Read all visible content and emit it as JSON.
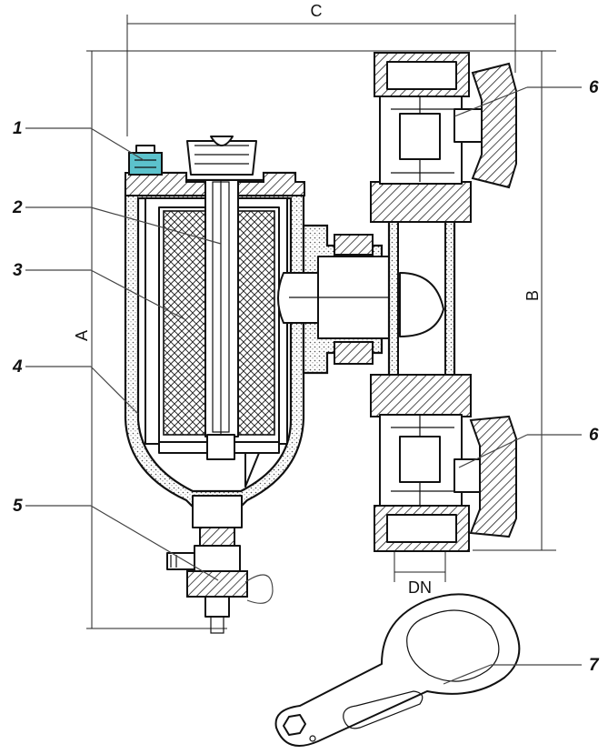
{
  "dimensions": {
    "width_label": "C",
    "height_label_left": "A",
    "height_label_right": "B",
    "connection_label": "DN"
  },
  "callouts": [
    "1",
    "2",
    "3",
    "4",
    "5",
    "6",
    "6",
    "7"
  ],
  "colors": {
    "line": "#111111",
    "vent_accent": "#5cc2cc",
    "background": "#ffffff"
  }
}
